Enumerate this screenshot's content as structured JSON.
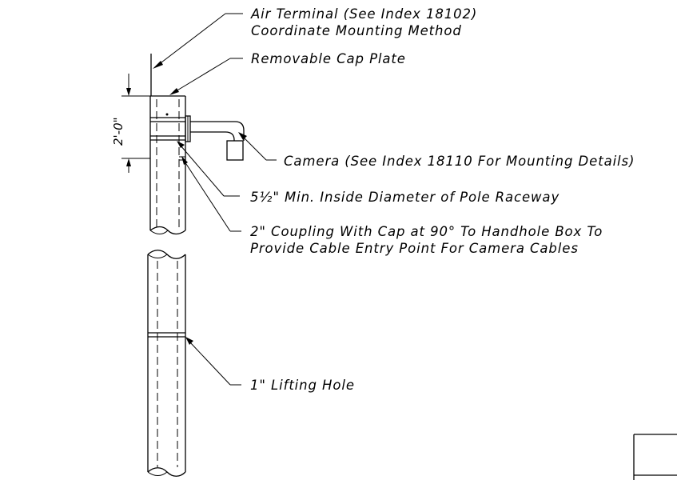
{
  "labels": {
    "air_terminal_line1": "Air Terminal (See Index 18102)",
    "air_terminal_line2": "Coordinate Mounting Method",
    "cap_plate": "Removable Cap Plate",
    "camera": "Camera (See Index 18110 For Mounting Details)",
    "raceway_prefix": "5",
    "raceway_fraction": "½",
    "raceway_suffix": "\" Min. Inside Diameter of Pole Raceway",
    "coupling_line1": "2\" Coupling With Cap at 90° To Handhole Box To",
    "coupling_line2": "Provide Cable Entry Point For Camera Cables",
    "lifting_hole": "1\" Lifting Hole"
  },
  "dimension": {
    "height": "2'-0\""
  }
}
